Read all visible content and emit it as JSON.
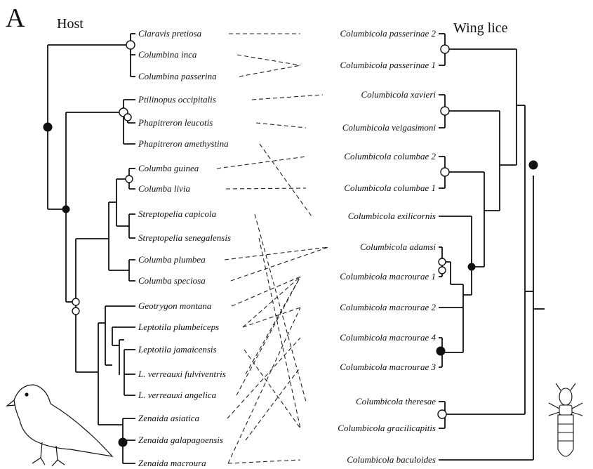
{
  "figure": {
    "panel_letter": "A",
    "left_title": "Host",
    "right_title": "Wing lice"
  },
  "hosts": [
    "Claravis pretiosa",
    "Columbina inca",
    "Columbina passerina",
    "Ptilinopus occipitalis",
    "Phapitreron leucotis",
    "Phapitreron amethystina",
    "Columba guinea",
    "Columba livia",
    "Streptopelia capicola",
    "Streptopelia senegalensis",
    "Columba plumbea",
    "Columba speciosa",
    "Geotrygon montana",
    "Leptotila plumbeiceps",
    "Leptotila jamaicensis",
    "L. verreauxi fulviventris",
    "L. verreauxi angelica",
    "Zenaida asiatica",
    "Zenaida galapagoensis",
    "Zenaida macroura"
  ],
  "lice": [
    "Columbicola passerinae 2",
    "Columbicola passerinae 1",
    "Columbicola xavieri",
    "Columbicola veigasimoni",
    "Columbicola columbae 2",
    "Columbicola columbae 1",
    "Columbicola exilicornis",
    "Columbicola adamsi",
    "Columbicola macrourae 1",
    "Columbicola macrourae 2",
    "Columbicola macrourae 4",
    "Columbicola macrourae 3",
    "Columbicola theresae",
    "Columbicola gracilicapitis",
    "Columbicola baculoides"
  ],
  "associations": [
    [
      "Claravis pretiosa",
      "Columbicola passerinae 2"
    ],
    [
      "Columbina inca",
      "Columbicola passerinae 1"
    ],
    [
      "Columbina passerina",
      "Columbicola passerinae 1"
    ],
    [
      "Ptilinopus occipitalis",
      "Columbicola xavieri"
    ],
    [
      "Phapitreron leucotis",
      "Columbicola veigasimoni"
    ],
    [
      "Phapitreron amethystina",
      "Columbicola exilicornis"
    ],
    [
      "Columba guinea",
      "Columbicola columbae 2"
    ],
    [
      "Columba livia",
      "Columbicola columbae 1"
    ],
    [
      "Streptopelia capicola",
      "Columbicola theresae"
    ],
    [
      "Streptopelia senegalensis",
      "Columbicola gracilicapitis"
    ],
    [
      "Columba plumbea",
      "Columbicola adamsi"
    ],
    [
      "Columba speciosa",
      "Columbicola adamsi"
    ],
    [
      "Geotrygon montana",
      "Columbicola macrourae 1"
    ],
    [
      "Leptotila plumbeiceps",
      "Columbicola macrourae 2"
    ],
    [
      "Leptotila plumbeiceps",
      "Columbicola macrourae 1"
    ],
    [
      "Leptotila jamaicensis",
      "Columbicola gracilicapitis"
    ],
    [
      "L. verreauxi fulviventris",
      "Columbicola macrourae 1"
    ],
    [
      "L. verreauxi angelica",
      "Columbicola macrourae 1"
    ],
    [
      "Zenaida asiatica",
      "Columbicola macrourae 4"
    ],
    [
      "Zenaida galapagoensis",
      "Columbicola macrourae 3"
    ],
    [
      "Zenaida macroura",
      "Columbicola baculoides"
    ],
    [
      "Zenaida macroura",
      "Columbicola macrourae 2"
    ]
  ]
}
